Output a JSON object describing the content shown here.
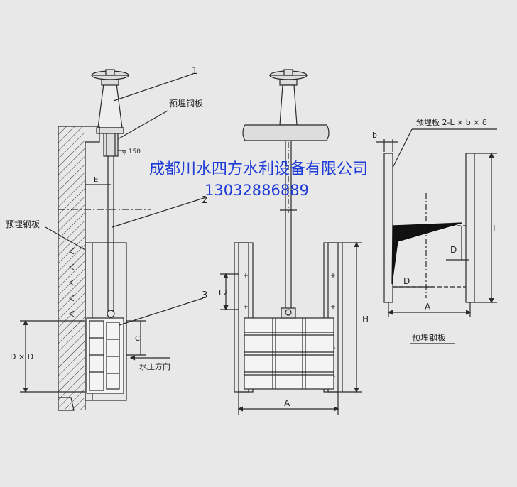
{
  "watermark": {
    "company": "成都川水四方水利设备有限公司",
    "phone": "13032886889",
    "color": "#1f3bd6"
  },
  "labels": {
    "callout_1": "1",
    "callout_2": "2",
    "callout_3": "3",
    "embedded_plate_top": "预埋钢板",
    "embedded_plate_left": "预埋钢板",
    "embedded_plate_right_caption": "预埋钢板",
    "embedded_plate_spec": "预埋板 2-L × b × δ",
    "diameter": "φ 150",
    "dim_E": "E",
    "dim_C": "C",
    "dim_DxD": "D × D",
    "water_pressure": "水压方向",
    "dim_L2": "L2",
    "dim_H": "H",
    "dim_A_front": "A",
    "dim_b": "b",
    "dim_L": "L",
    "dim_D_upper": "D",
    "dim_D_lower": "D",
    "dim_A_right": "A"
  },
  "colors": {
    "background": "#e8e8e8",
    "line": "#2a2a2a"
  }
}
